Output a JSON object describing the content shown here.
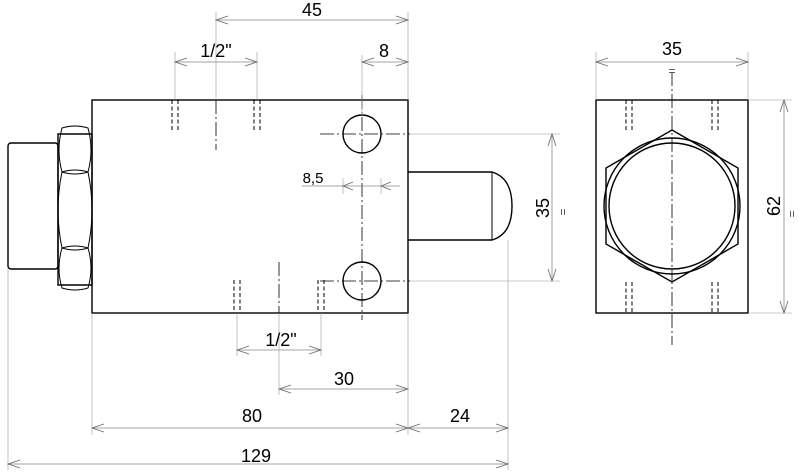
{
  "dimensions": {
    "top_width": "45",
    "bore_diameter": "8",
    "top_port": "1/2\"",
    "hole_offset": "8,5",
    "hole_spacing": "35",
    "bottom_port": "1/2\"",
    "port_spacing": "30",
    "body_length": "80",
    "pin_length": "24",
    "overall_length": "129",
    "end_width": "35",
    "end_height": "62"
  },
  "symmetry_mark": "="
}
